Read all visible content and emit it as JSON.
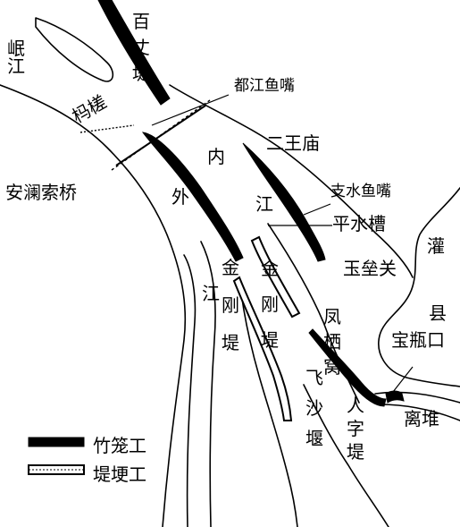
{
  "map": {
    "labels": {
      "minjiang": "岷江",
      "baizhangdi": "百丈堤",
      "douzhu": "杩槎",
      "dujiang_yuzui": "都江鱼嘴",
      "anlan_suoqiao": "安澜索桥",
      "erwang_miao": "二王庙",
      "nei": "内",
      "wai": "外",
      "jiang_inner": "江",
      "jiang_outer": "江",
      "zhishui_yuzui": "支水鱼嘴",
      "pingshui_cao": "平水槽",
      "jingang_di_left": "金刚堤",
      "jingang_di_right": "金刚堤",
      "yulei_guan": "玉垒关",
      "guan": "灌",
      "xian": "县",
      "fengqi_wo": "凤栖窝",
      "baoping_kou": "宝瓶口",
      "feisha_yan": "飞沙堰",
      "renzi_di": "人字堤",
      "li_dui": "离堆"
    },
    "legend": [
      {
        "label": "竹笼工",
        "symbol": "solid-band"
      },
      {
        "label": "堤埂工",
        "symbol": "hollow-band"
      }
    ],
    "colors": {
      "ink": "#000000",
      "paper": "#ffffff"
    }
  }
}
